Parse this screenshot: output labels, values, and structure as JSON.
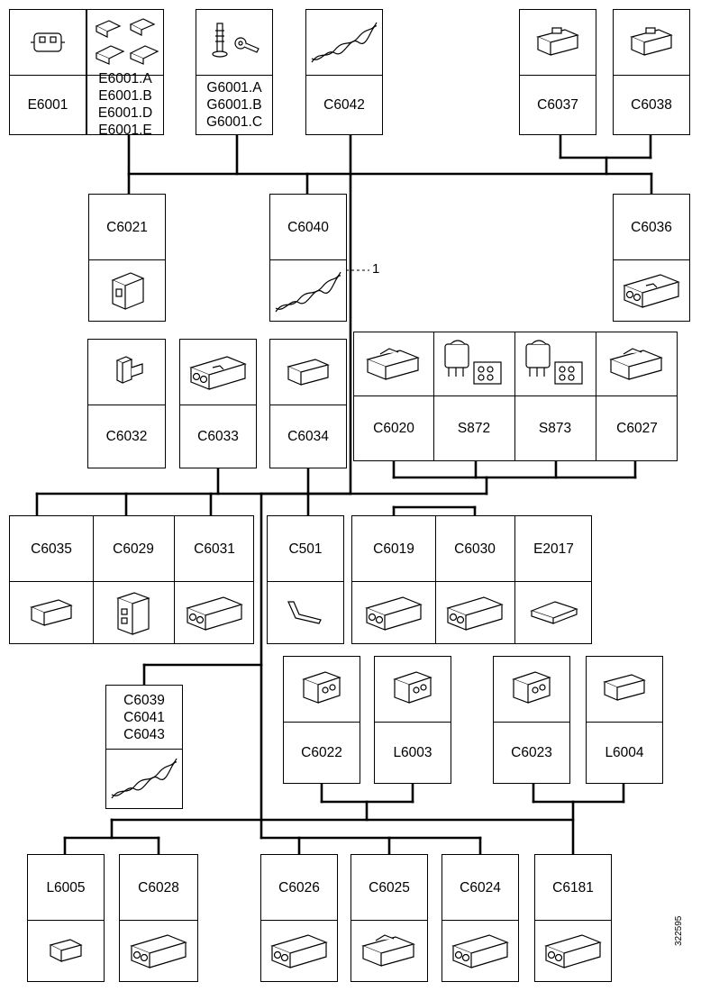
{
  "connectors": {
    "E6001": "E6001",
    "E6001_group": "E6001.A\nE6001.B\nE6001.D\nE6001.E",
    "G6001_group": "G6001.A\nG6001.B\nG6001.C",
    "C6042": "C6042",
    "C6037": "C6037",
    "C6038": "C6038",
    "C6021": "C6021",
    "C6040": "C6040",
    "C6036": "C6036",
    "C6032": "C6032",
    "C6033": "C6033",
    "C6034": "C6034",
    "C6020": "C6020",
    "S872": "S872",
    "S873": "S873",
    "C6027": "C6027",
    "C6035": "C6035",
    "C6029": "C6029",
    "C6031": "C6031",
    "C501": "C501",
    "C6019": "C6019",
    "C6030": "C6030",
    "E2017": "E2017",
    "C6039_group": "C6039\nC6041\nC6043",
    "C6022": "C6022",
    "L6003": "L6003",
    "C6023": "C6023",
    "L6004": "L6004",
    "L6005": "L6005",
    "C6028": "C6028",
    "C6026": "C6026",
    "C6025": "C6025",
    "C6024": "C6024",
    "C6181": "C6181"
  },
  "callout": "1",
  "doc_id": "322595"
}
